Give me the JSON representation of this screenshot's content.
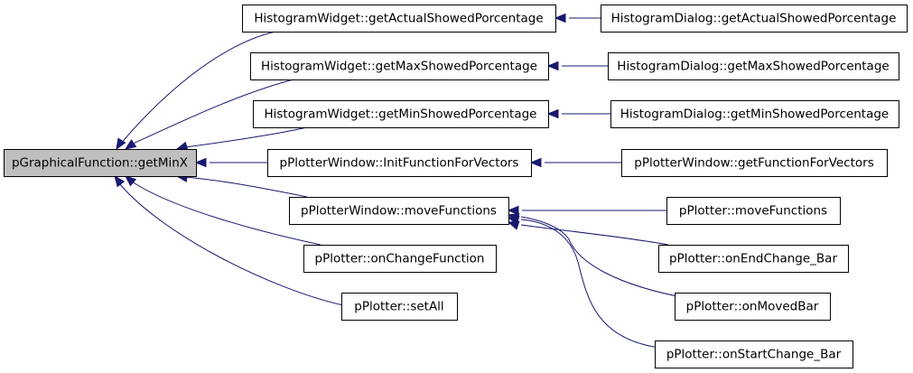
{
  "diagram": {
    "type": "call-graph",
    "root": "pGraphicalFunction::getMinX",
    "nodes": [
      {
        "id": "root",
        "label": "pGraphicalFunction::getMinX"
      },
      {
        "id": "hw_actual",
        "label": "HistogramWidget::getActualShowedPorcentage"
      },
      {
        "id": "hd_actual",
        "label": "HistogramDialog::getActualShowedPorcentage"
      },
      {
        "id": "hw_max",
        "label": "HistogramWidget::getMaxShowedPorcentage"
      },
      {
        "id": "hd_max",
        "label": "HistogramDialog::getMaxShowedPorcentage"
      },
      {
        "id": "hw_min",
        "label": "HistogramWidget::getMinShowedPorcentage"
      },
      {
        "id": "hd_min",
        "label": "HistogramDialog::getMinShowedPorcentage"
      },
      {
        "id": "pw_init",
        "label": "pPlotterWindow::InitFunctionForVectors"
      },
      {
        "id": "pw_getfunc",
        "label": "pPlotterWindow::getFunctionForVectors"
      },
      {
        "id": "pw_move",
        "label": "pPlotterWindow::moveFunctions"
      },
      {
        "id": "pp_move",
        "label": "pPlotter::moveFunctions"
      },
      {
        "id": "pp_endbar",
        "label": "pPlotter::onEndChange_Bar"
      },
      {
        "id": "pp_movedbar",
        "label": "pPlotter::onMovedBar"
      },
      {
        "id": "pp_startbar",
        "label": "pPlotter::onStartChange_Bar"
      },
      {
        "id": "pp_change",
        "label": "pPlotter::onChangeFunction"
      },
      {
        "id": "pp_setall",
        "label": "pPlotter::setAll"
      }
    ],
    "edges": [
      {
        "from": "hw_actual",
        "to": "root"
      },
      {
        "from": "hw_max",
        "to": "root"
      },
      {
        "from": "hw_min",
        "to": "root"
      },
      {
        "from": "pw_init",
        "to": "root"
      },
      {
        "from": "pw_move",
        "to": "root"
      },
      {
        "from": "pp_change",
        "to": "root"
      },
      {
        "from": "pp_setall",
        "to": "root"
      },
      {
        "from": "hd_actual",
        "to": "hw_actual"
      },
      {
        "from": "hd_max",
        "to": "hw_max"
      },
      {
        "from": "hd_min",
        "to": "hw_min"
      },
      {
        "from": "pw_getfunc",
        "to": "pw_init"
      },
      {
        "from": "pp_move",
        "to": "pw_move"
      },
      {
        "from": "pp_endbar",
        "to": "pw_move"
      },
      {
        "from": "pp_movedbar",
        "to": "pw_move"
      },
      {
        "from": "pp_startbar",
        "to": "pw_move"
      }
    ],
    "colors": {
      "edge": "#191970",
      "root_fill": "#bfbfbf",
      "node_fill": "#ffffff",
      "node_border": "#000000"
    }
  }
}
